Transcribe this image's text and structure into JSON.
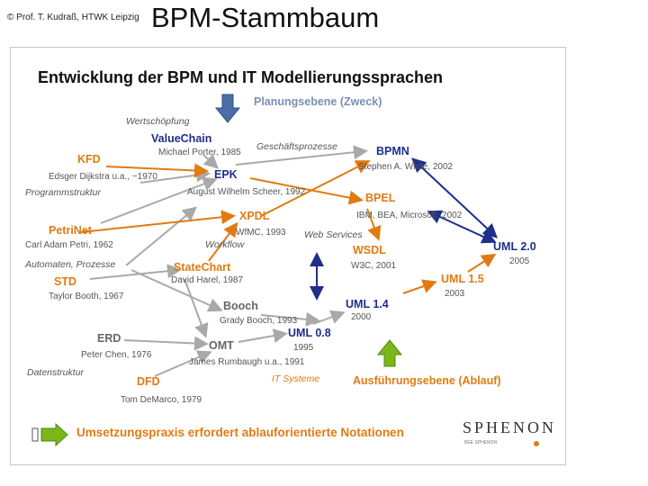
{
  "header": {
    "copyright": "© Prof. T. Kudraß, HTWK Leipzig",
    "title": "BPM-Stammbaum"
  },
  "diagram": {
    "heading": "Entwicklung der BPM und IT Modellierungssprachen",
    "top_level": "Planungsebene (Zweck)",
    "bottom_level": "Ausführungsebene (Ablauf)",
    "categories": {
      "wertschoepfung": "Wertschöpfung",
      "geschaeftsprozesse": "Geschäftsprozesse",
      "programmstruktur": "Programmstruktur",
      "web_services": "Web Services",
      "workflow": "Workflow",
      "automaten": "Automaten, Prozesse",
      "datenstruktur": "Datenstruktur",
      "it_systeme": "IT Systeme"
    },
    "nodes": {
      "valuechain": {
        "name": "ValueChain",
        "sub": "Michael Porter, 1985"
      },
      "kfd": {
        "name": "KFD",
        "sub": "Edsger Dijkstra u.a., ~1970"
      },
      "epk": {
        "name": "EPK",
        "sub": "August Wilhelm Scheer, 1992"
      },
      "bpmn": {
        "name": "BPMN",
        "sub": "Stephen A. White, 2002"
      },
      "bpel": {
        "name": "BPEL",
        "sub": "IBM, BEA, Microsoft, 2002"
      },
      "xpdl": {
        "name": "XPDL",
        "sub": "WfMC, 1993"
      },
      "petrinet": {
        "name": "PetriNet",
        "sub": "Carl Adam Petri, 1962"
      },
      "wsdl": {
        "name": "WSDL",
        "sub": "W3C, 2001"
      },
      "uml20": {
        "name": "UML 2.0",
        "sub": "2005"
      },
      "statechart": {
        "name": "StateChart",
        "sub": "David Harel, 1987"
      },
      "std": {
        "name": "STD",
        "sub": "Taylor Booth, 1967"
      },
      "uml15": {
        "name": "UML 1.5",
        "sub": "2003"
      },
      "booch": {
        "name": "Booch",
        "sub": "Grady Booch, 1993"
      },
      "uml14": {
        "name": "UML 1.4",
        "sub": "2000"
      },
      "erd": {
        "name": "ERD",
        "sub": "Peter Chen, 1976"
      },
      "uml08": {
        "name": "UML 0.8",
        "sub": "1995"
      },
      "omt": {
        "name": "OMT",
        "sub": "James Rumbaugh u.a., 1991"
      },
      "dfd": {
        "name": "DFD",
        "sub": "Tom DeMarco, 1979"
      }
    },
    "footer_text": "Umsetzungspraxis erfordert ablauforientierte Notationen",
    "logo": "SPHENON",
    "logo_sub": "BEE SPHENON"
  },
  "colors": {
    "orange": "#e07b12",
    "navy": "#1f2f8a",
    "gray_arrow": "#a9a9a9",
    "steel": "#7a8fb6",
    "green": "#7cb71a"
  }
}
